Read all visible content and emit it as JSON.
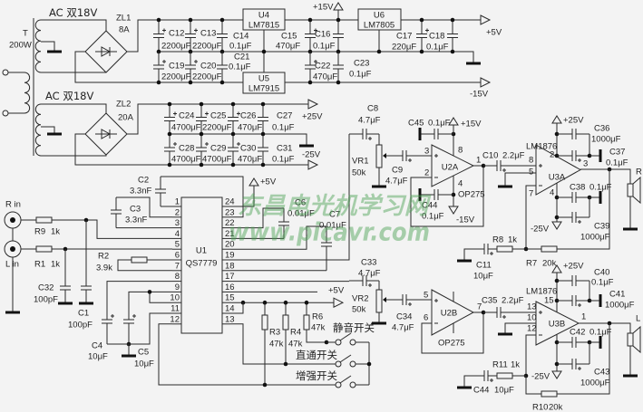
{
  "transformer": {
    "ref": "T",
    "rating": "200W"
  },
  "secondary_labels": [
    "AC 双18V",
    "AC 双18V"
  ],
  "bridges": {
    "ZL1": {
      "ref": "ZL1",
      "rating": "8A"
    },
    "ZL2": {
      "ref": "ZL2",
      "rating": "20A"
    }
  },
  "ics": {
    "U4": {
      "ref": "U4",
      "part": "LM7815"
    },
    "U5": {
      "ref": "U5",
      "part": "LM7915"
    },
    "U6": {
      "ref": "U6",
      "part": "LM7805"
    },
    "U1": {
      "ref": "U1",
      "part": "QS7779"
    },
    "U2A": {
      "ref": "U2A",
      "part": "OP275"
    },
    "U2B": {
      "ref": "U2B",
      "part": "OP275"
    },
    "U3A": {
      "ref": "U3A",
      "part": "LM1876"
    },
    "U3B": {
      "ref": "U3B",
      "part": "LM1876"
    }
  },
  "components": {
    "C1": {
      "ref": "C1",
      "value": "100pF"
    },
    "C2": {
      "ref": "C2",
      "value": "3.3nF"
    },
    "C3": {
      "ref": "C3",
      "value": "3.3nF"
    },
    "C4": {
      "ref": "C4",
      "value": "10μF"
    },
    "C5": {
      "ref": "C5",
      "value": "10μF"
    },
    "C6": {
      "ref": "C6",
      "value": "0.01μF"
    },
    "C7": {
      "ref": "C7",
      "value": "0.01μF"
    },
    "C8": {
      "ref": "C8",
      "value": "4.7μF"
    },
    "C9": {
      "ref": "C9",
      "value": "4.7μF"
    },
    "C10": {
      "ref": "C10",
      "value": "2.2μF"
    },
    "C11": {
      "ref": "C11",
      "value": "10μF"
    },
    "C12": {
      "ref": "C12",
      "value": "2200μF"
    },
    "C13": {
      "ref": "C13",
      "value": "2200μF"
    },
    "C14": {
      "ref": "C14",
      "value": "0.1μF"
    },
    "C15": {
      "ref": "C15",
      "value": "470μF"
    },
    "C16": {
      "ref": "C16",
      "value": "0.1μF"
    },
    "C17": {
      "ref": "C17",
      "value": "220μF"
    },
    "C18": {
      "ref": "C18",
      "value": "0.1μF"
    },
    "C19": {
      "ref": "C19",
      "value": "2200μF"
    },
    "C20": {
      "ref": "C20",
      "value": "2200μF"
    },
    "C21": {
      "ref": "C21",
      "value": "0.1μF"
    },
    "C22": {
      "ref": "C22",
      "value": "470μF"
    },
    "C23": {
      "ref": "C23",
      "value": "0.1μF"
    },
    "C24": {
      "ref": "C24",
      "value": "4700μF"
    },
    "C25": {
      "ref": "C25",
      "value": "2200μF"
    },
    "C26": {
      "ref": "C26",
      "value": "470μF"
    },
    "C27": {
      "ref": "C27",
      "value": "0.1μF"
    },
    "C28": {
      "ref": "C28",
      "value": "4700μF"
    },
    "C29": {
      "ref": "C29",
      "value": "4700μF"
    },
    "C30": {
      "ref": "C30",
      "value": "470μF"
    },
    "C31": {
      "ref": "C31",
      "value": "0.1μF"
    },
    "C32": {
      "ref": "C32",
      "value": "100pF"
    },
    "C33": {
      "ref": "C33",
      "value": "4.7μF"
    },
    "C34": {
      "ref": "C34",
      "value": "4.7μF"
    },
    "C35": {
      "ref": "C35",
      "value": "2.2μF"
    },
    "C36": {
      "ref": "C36",
      "value": "1000μF"
    },
    "C37": {
      "ref": "C37",
      "value": "0.1μF"
    },
    "C38": {
      "ref": "C38",
      "value": "0.1μF"
    },
    "C39": {
      "ref": "C39",
      "value": "1000μF"
    },
    "C40": {
      "ref": "C40",
      "value": "0.1μF"
    },
    "C41": {
      "ref": "C41",
      "value": "1000μF"
    },
    "C42": {
      "ref": "C42",
      "value": "0.1μF"
    },
    "C43": {
      "ref": "C43",
      "value": "1000μF"
    },
    "C44": {
      "ref": "C44",
      "value": "0.1μF"
    },
    "C44_out": {
      "ref": "C44",
      "value": "10μF"
    },
    "C45": {
      "ref": "C45",
      "value": "0.1μF"
    },
    "R1": {
      "ref": "R1",
      "value": "1k"
    },
    "R2": {
      "ref": "R2",
      "value": "3.9k"
    },
    "R3": {
      "ref": "R3",
      "value": "47k"
    },
    "R4": {
      "ref": "R4",
      "value": "47k"
    },
    "R6": {
      "ref": "R6",
      "value": "47k"
    },
    "R7": {
      "ref": "R7",
      "value": "20k"
    },
    "R8": {
      "ref": "R8",
      "value": "1k"
    },
    "R9": {
      "ref": "R9",
      "value": "1k"
    },
    "R10": {
      "ref": "R10",
      "value": "20k"
    },
    "R11": {
      "ref": "R11",
      "value": "1k"
    },
    "VR1": {
      "ref": "VR1",
      "value": "50k"
    },
    "VR2": {
      "ref": "VR2",
      "value": "50k"
    }
  },
  "rails": {
    "p15_reg": "+15V",
    "p5_out": "+5V",
    "m15_out": "-15V",
    "p25_out": "+25V",
    "m25_out": "-25V",
    "p5_u1": "+5V",
    "p5_sw": "+5V",
    "p15_u2": "+15V",
    "m15_u2": "-15V",
    "p25_u3a": "+25V",
    "m25_u3a": "-25V",
    "p25_u3b": "+25V",
    "m25_u3b": "-25V"
  },
  "io": {
    "r_in": "R in",
    "l_in": "L in",
    "spk_r": "R",
    "spk_l": "L"
  },
  "switches": {
    "mute": "静音开关",
    "bypass": "直通开关",
    "enhance": "增强开关"
  },
  "u1_pins_left": [
    "1",
    "2",
    "3",
    "4",
    "5",
    "6",
    "7",
    "8",
    "9",
    "10",
    "11",
    "12"
  ],
  "u1_pins_right": [
    "24",
    "23",
    "22",
    "21",
    "20",
    "19",
    "18",
    "17",
    "16",
    "15",
    "14",
    "13"
  ],
  "opamp_pins": {
    "U2A": {
      "in_p": "3",
      "in_n": "2",
      "vcc": "8",
      "out": "1",
      "vee": "4"
    },
    "U2B": {
      "in_p": "5",
      "in_n": "6",
      "out": "7"
    },
    "U3A": {
      "in_p": "8",
      "gnd": "5",
      "in_n": "7",
      "vcc": "2",
      "vee": "4",
      "out": "3"
    },
    "U3B": {
      "in_p": "13",
      "gnd": "10",
      "in_n": "12",
      "vcc": "15",
      "out": "1"
    }
  },
  "watermark": {
    "cn": "东昌电光机学习网",
    "url": "www.picavr.com"
  }
}
